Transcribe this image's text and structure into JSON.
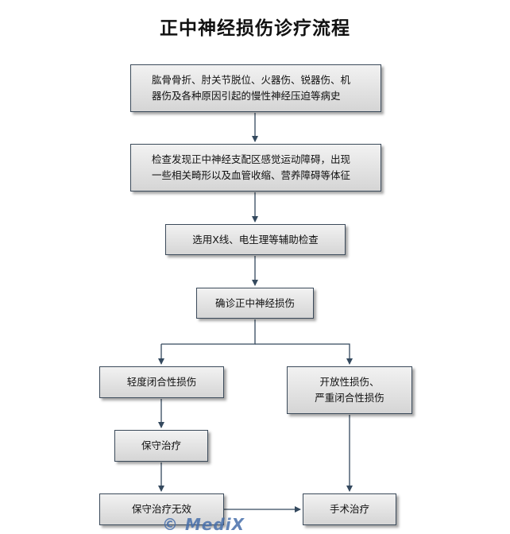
{
  "title": "正中神经损伤诊疗流程",
  "nodes": {
    "cause": "肱骨骨折、肘关节脱位、火器伤、锐器伤、机器伤及各种原因引起的慢性神经压迫等病史",
    "exam_findings": "检查发现正中神经支配区感觉运动障碍，出现一些相关畸形以及血管收缩、营养障碍等体征",
    "aux_exam": "选用X线、电生理等辅助检查",
    "diagnosis": "确诊正中神经损伤",
    "mild_closed": "轻度闭合性损伤",
    "open_severe": "开放性损伤、\n严重闭合性损伤",
    "conservative": "保守治疗",
    "conservative_failed": "保守治疗无效",
    "surgery": "手术治疗"
  },
  "watermark": "© MediX",
  "colors": {
    "arrow": "#34495e",
    "box_border": "#3b4a5a"
  }
}
